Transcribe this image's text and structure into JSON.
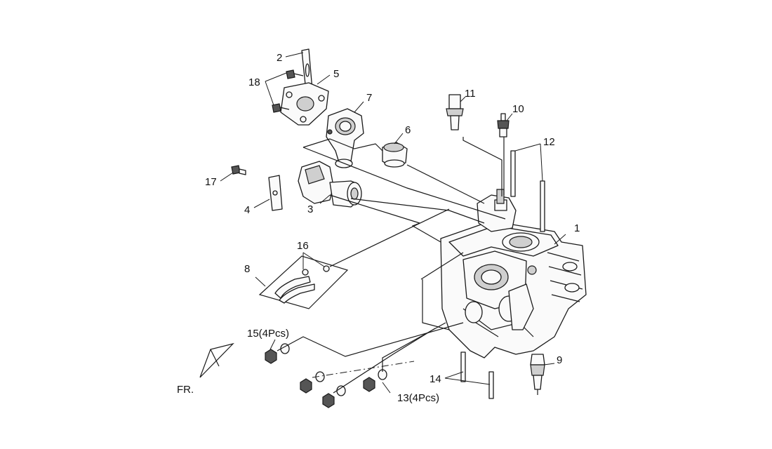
{
  "callouts": {
    "c1": "1",
    "c2": "2",
    "c3": "3",
    "c4": "4",
    "c5": "5",
    "c6": "6",
    "c7": "7",
    "c8": "8",
    "c9": "9",
    "c10": "10",
    "c11": "11",
    "c12": "12",
    "c13": "13(4Pcs)",
    "c14": "14",
    "c15": "15(4Pcs)",
    "c16": "16",
    "c17": "17",
    "c18": "18"
  },
  "direction_label": "FR."
}
